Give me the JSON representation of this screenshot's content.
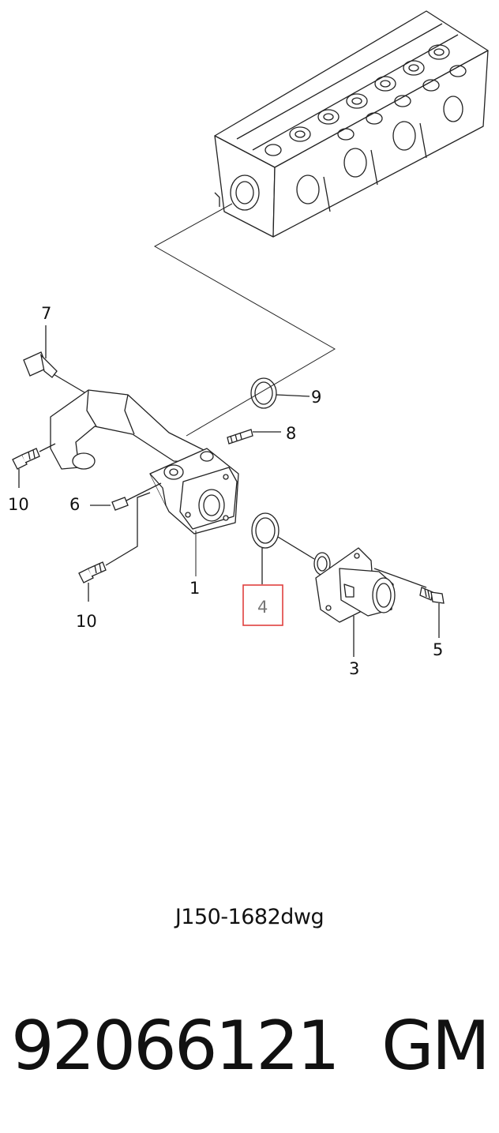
{
  "callouts": {
    "c1": "1",
    "c3": "3",
    "c4": "4",
    "c5": "5",
    "c6": "6",
    "c7": "7",
    "c8": "8",
    "c9": "9",
    "c10a": "10",
    "c10b": "10"
  },
  "highlight_color": "#e0403f",
  "drawing_name": "J150-1682dwg",
  "part_number": "92066121",
  "manufacturer": "GM"
}
